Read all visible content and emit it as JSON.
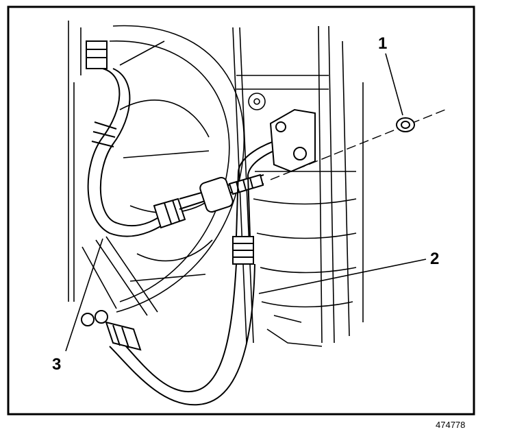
{
  "callouts": {
    "one": "1",
    "two": "2",
    "three": "3"
  },
  "figure_number": "474778",
  "colors": {
    "line": "#000000",
    "background": "#ffffff"
  }
}
